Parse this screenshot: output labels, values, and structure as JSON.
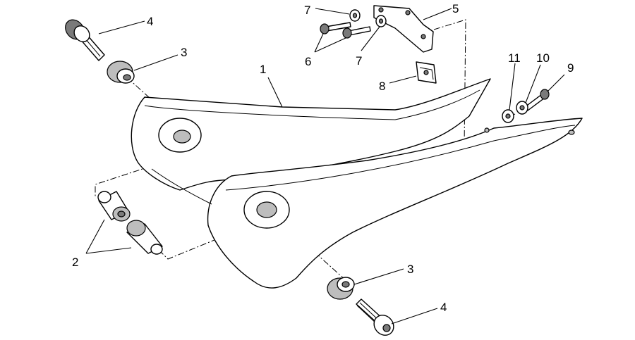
{
  "callouts": [
    {
      "id": "c1",
      "label": "1"
    },
    {
      "id": "c2",
      "label": "2"
    },
    {
      "id": "c3a",
      "label": "3"
    },
    {
      "id": "c3b",
      "label": "3"
    },
    {
      "id": "c4a",
      "label": "4"
    },
    {
      "id": "c4b",
      "label": "4"
    },
    {
      "id": "c5",
      "label": "5"
    },
    {
      "id": "c6",
      "label": "6"
    },
    {
      "id": "c7a",
      "label": "7"
    },
    {
      "id": "c7b",
      "label": "7"
    },
    {
      "id": "c8",
      "label": "8"
    },
    {
      "id": "c9",
      "label": "9"
    },
    {
      "id": "c10",
      "label": "10"
    },
    {
      "id": "c11",
      "label": "11"
    }
  ]
}
